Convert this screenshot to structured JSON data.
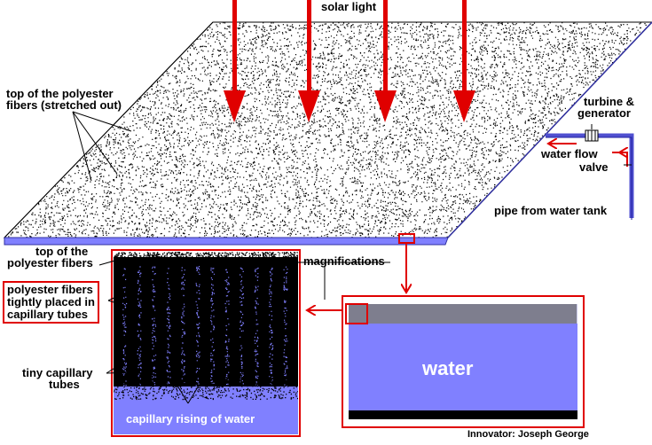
{
  "labels": {
    "solar_light": "solar light",
    "top_fibers_stretched_1": "top of the polyester",
    "top_fibers_stretched_2": "fibers (stretched out)",
    "turbine_1": "turbine &",
    "turbine_2": "generator",
    "water_flow": "water flow",
    "valve": "valve",
    "pipe": "pipe from water tank",
    "top_fibers_1": "top of the",
    "top_fibers_2": "polyester fibers",
    "magnifications": "magnifications",
    "polyester_tubes_1": "polyester fibers",
    "polyester_tubes_2": "tightly placed in",
    "polyester_tubes_3": "capillary tubes",
    "tiny_tubes_1": "tiny capillary",
    "tiny_tubes_2": "tubes",
    "capillary_rising": "capillary rising of water",
    "water": "water",
    "innovator": "Innovator: Joseph George"
  },
  "colors": {
    "arrow_red": "#e00000",
    "water_blue": "#8080ff",
    "pipe_blue": "#5050d0",
    "fiber_black": "#000000",
    "box_red": "#e00000"
  }
}
